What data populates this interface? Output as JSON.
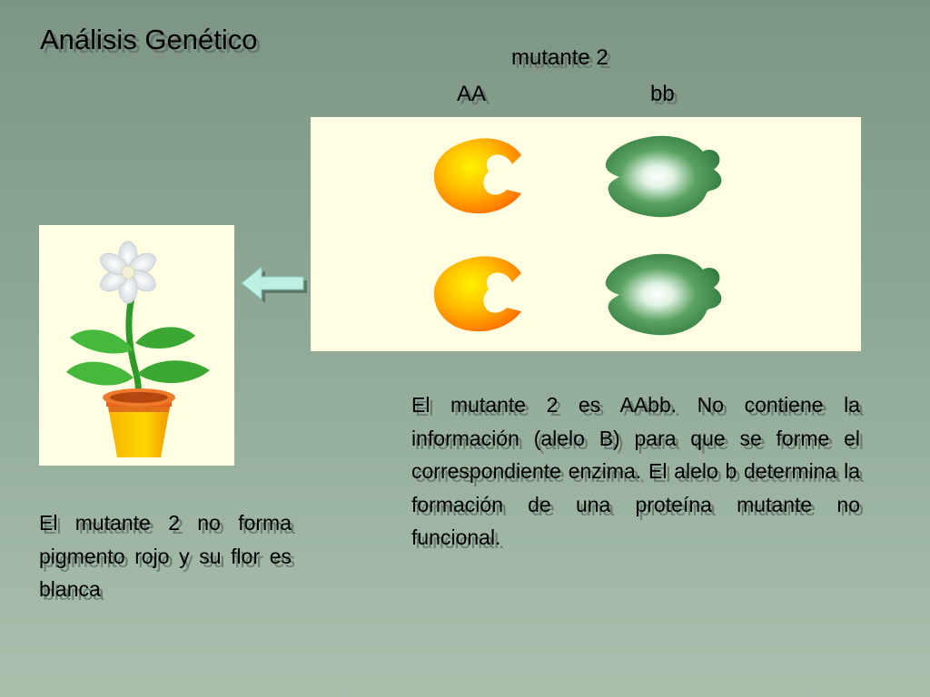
{
  "slide": {
    "title": "Análisis Genético",
    "mutant_label": "mutante 2",
    "genotype_a": "AA",
    "genotype_b": "bb",
    "description_right": "El mutante 2 es AAbb. No contiene la información (alelo B) para que se forme el correspondiente enzima. El alelo b determina la formación de una proteína mutante no funcional.",
    "description_left": "El mutante 2 no forma pigmento rojo y su flor es blanca"
  },
  "colors": {
    "panel_background": "#fffee3",
    "enzyme_orange": "#ff9a00",
    "enzyme_yellow": "#ffd700",
    "protein_green": "#3a8a4a",
    "arrow_color": "#bfeee2"
  },
  "icons": {
    "enzyme": "orange-pacman-enzyme-icon",
    "mutant_protein": "green-mutant-protein-icon",
    "plant": "potted-white-flower-icon",
    "arrow": "left-arrow-icon"
  }
}
